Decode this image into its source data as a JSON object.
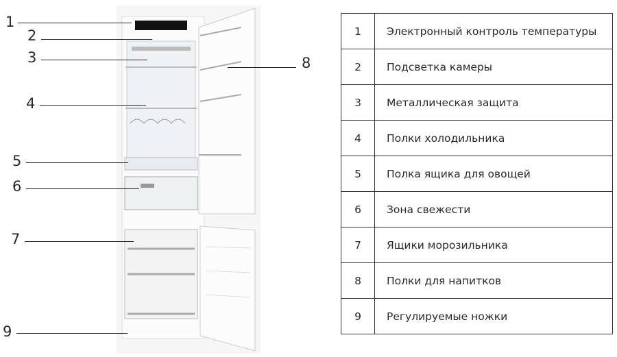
{
  "callouts": [
    "1",
    "2",
    "3",
    "4",
    "5",
    "6",
    "7",
    "8",
    "9"
  ],
  "table": [
    {
      "num": "1",
      "text": "Электронный контроль температуры"
    },
    {
      "num": "2",
      "text": "Подсветка камеры"
    },
    {
      "num": "3",
      "text": "Металлическая защита"
    },
    {
      "num": "4",
      "text": "Полки холодильника"
    },
    {
      "num": "5",
      "text": "Полка ящика для овощей"
    },
    {
      "num": "6",
      "text": "Зона свежести"
    },
    {
      "num": "7",
      "text": "Ящики морозильника"
    },
    {
      "num": "8",
      "text": "Полки для напитков"
    },
    {
      "num": "9",
      "text": "Регулируемые ножки"
    }
  ]
}
